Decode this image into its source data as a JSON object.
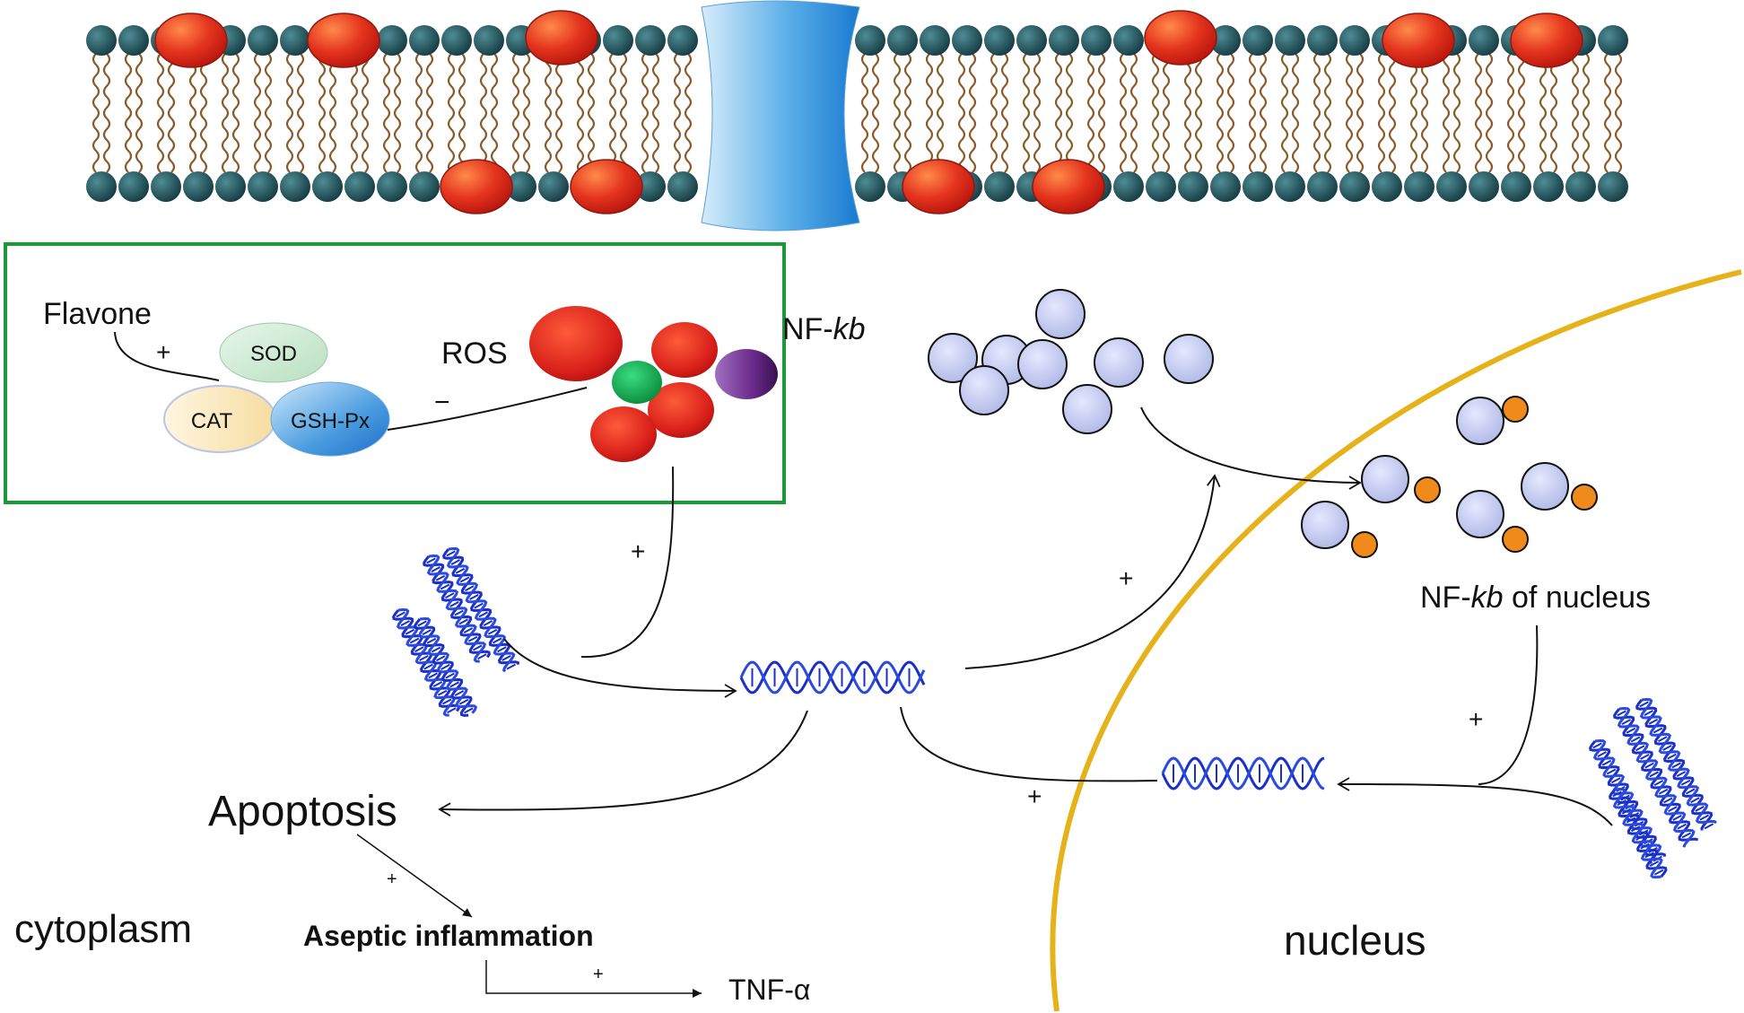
{
  "labels": {
    "flavone": "Flavone",
    "sod": "SOD",
    "cat": "CAT",
    "gsh_px": "GSH-Px",
    "ros": "ROS",
    "nfkb_prefix": "NF-",
    "nfkb_italic": "kb",
    "nfkb_nucleus_suffix": " of nucleus",
    "apoptosis": "Apoptosis",
    "aseptic_inflammation": "Aseptic inflammation",
    "tnf": "TNF-α",
    "cytoplasm": "cytoplasm",
    "nucleus": "nucleus"
  },
  "signs": {
    "plus": "+",
    "minus": "−"
  },
  "colors": {
    "box_border": "#1a9a3a",
    "nuclear_envelope": "#e5b21a",
    "membrane_head": "#1e4e56",
    "membrane_tail": "#8a5a2a",
    "protein_red": "#d62a1a",
    "channel_blue": "#2a8ad8",
    "nfkb_circle": "#c8cdf0",
    "nfkb_subunit": "#f08a1a",
    "dna_blue": "#1a30c8"
  }
}
